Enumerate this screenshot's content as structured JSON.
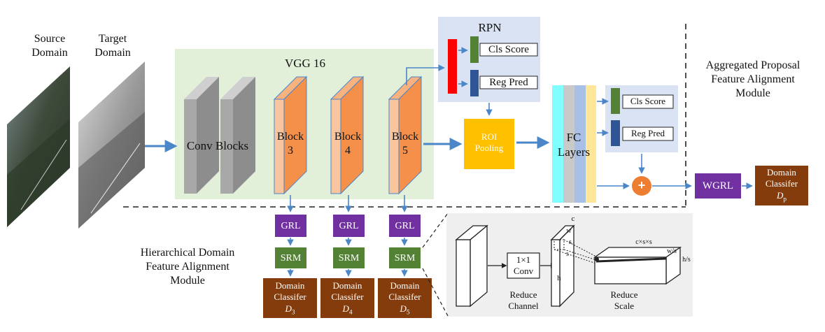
{
  "domains": {
    "source": "Source Domain",
    "target": "Target Domain"
  },
  "backbone": {
    "title": "VGG 16",
    "conv_blocks": "Conv Blocks",
    "block_word": "Block",
    "block3_num": "3",
    "block4_num": "4",
    "block5_num": "5"
  },
  "rpn": {
    "title": "RPN",
    "cls_score": "Cls Score",
    "reg_pred": "Reg Pred"
  },
  "roi": {
    "line1": "ROI",
    "line2": "Pooling"
  },
  "fc": {
    "line1": "FC",
    "line2": "Layers"
  },
  "head": {
    "cls_score": "Cls Score",
    "reg_pred": "Reg Pred"
  },
  "plus_symbol": "+",
  "aggregated_module": {
    "line1": "Aggregated Proposal",
    "line2": "Feature Alignment",
    "line3": "Module"
  },
  "wgrl": "WGRL",
  "proposal_classifier": {
    "line1": "Domain",
    "line2": "Classifer",
    "sym": "D",
    "sub": "p"
  },
  "hierarchical_module": {
    "line1": "Hierarchical Domain",
    "line2": "Feature Alignment",
    "line3": "Module"
  },
  "grl": "GRL",
  "srm": "SRM",
  "classifiers": [
    {
      "line1": "Domain",
      "line2": "Classifer",
      "sym": "D",
      "sub": "3"
    },
    {
      "line1": "Domain",
      "line2": "Classifer",
      "sym": "D",
      "sub": "4"
    },
    {
      "line1": "Domain",
      "line2": "Classifer",
      "sym": "D",
      "sub": "5"
    }
  ],
  "srm_detail": {
    "conv_line1": "1×1",
    "conv_line2": "Conv",
    "reduce_channel_1": "Reduce",
    "reduce_channel_2": "Channel",
    "reduce_scale_1": "Reduce",
    "reduce_scale_2": "Scale",
    "label_c": "c",
    "label_w": "w",
    "label_h": "h",
    "label_s1": "s",
    "label_s2": "s",
    "label_cxsxs": "c×s×s",
    "label_ws": "w/s",
    "label_hs": "h/s"
  },
  "colors": {
    "arrow": "#4a86c8",
    "vgg_bg": "#e2efd9",
    "rpn_bg": "#dae3f3",
    "srm_bg": "#efefef",
    "block_orange": "#f4904a",
    "conv_gray": "#a8a8a8",
    "roi_yellow": "#ffc000",
    "grl_purple": "#7030a0",
    "srm_green": "#548235",
    "classifier_brown": "#843c0c",
    "plus_orange": "#ed7d31",
    "cls_green": "#548235",
    "reg_navy": "#2f5597",
    "rpn_red": "#ff0000"
  }
}
